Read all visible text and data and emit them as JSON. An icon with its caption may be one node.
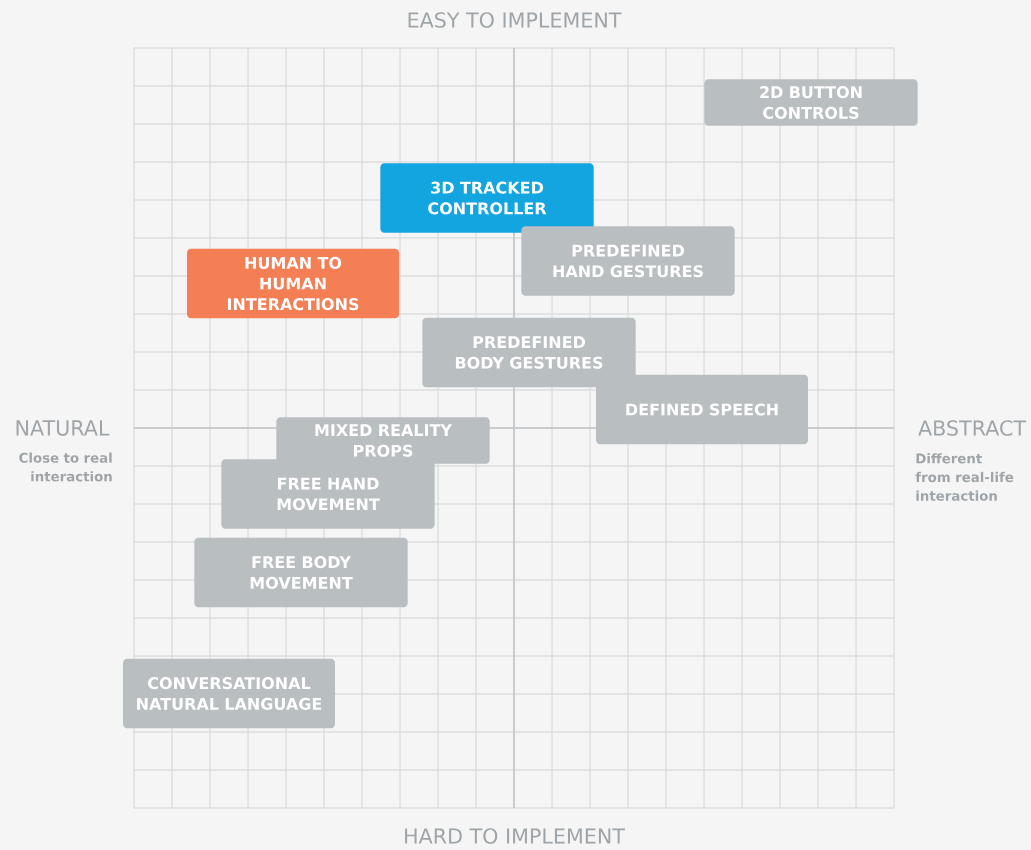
{
  "diagram": {
    "nodes": [
      {
        "text": [
          "2D BUTTON CONTROLS"
        ]
      },
      {
        "text": [
          "3D TRACKED CONTROLLER"
        ]
      },
      {
        "text": [
          "PREDEFINED HAND GESTURES"
        ]
      },
      {
        "text": [
          "HUMAN TO HUMAN INTERACTIONS"
        ]
      },
      {
        "text": [
          "PREDEFINED BODY GESTURES"
        ]
      },
      {
        "text": [
          "DEFINED SPEECH"
        ]
      },
      {
        "text": [
          "MIXED REALITY PROPS"
        ]
      },
      {
        "text": [
          "FREE HAND MOVEMENT"
        ]
      },
      {
        "text": [
          "FREE BODY MOVEMENT"
        ]
      },
      {
        "text": [
          "CONVERSATIONAL NATURAL LANGUAGE"
        ]
      }
    ],
    "labels": [
      "EASY TO IMPLEMENT",
      "NATURAL",
      "Close to real interaction",
      "ABSTRACT",
      "Different from real-life interaction",
      "HARD TO IMPLEMENT"
    ]
  }
}
